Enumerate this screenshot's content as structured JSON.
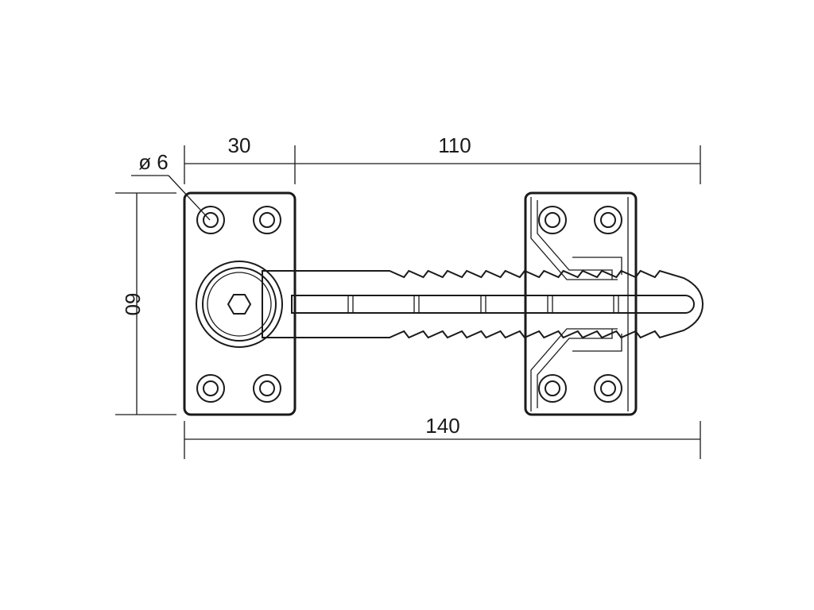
{
  "dimensions": {
    "left_plate_width": "30",
    "bar_length": "110",
    "total_length": "140",
    "height": "60",
    "hole_diameter": "ø 6"
  },
  "colors": {
    "line": "#1a1a1a",
    "background": "#ffffff"
  }
}
